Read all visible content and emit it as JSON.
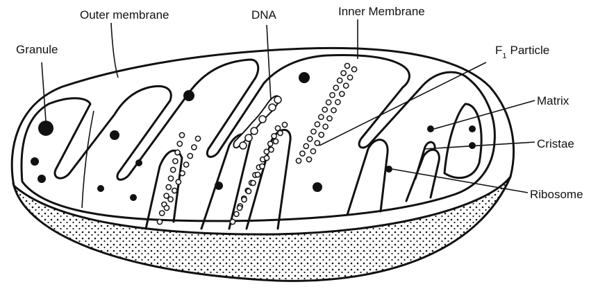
{
  "labels": {
    "outer_membrane": "Outer membrane",
    "dna": "DNA",
    "inner_membrane": "Inner Membrane",
    "granule": "Granule",
    "f1_particle_prefix": "F",
    "f1_particle_subscript": "1",
    "f1_particle_suffix": "Particle",
    "matrix": "Matrix",
    "cristae": "Cristae",
    "ribosome": "Ribosome"
  }
}
